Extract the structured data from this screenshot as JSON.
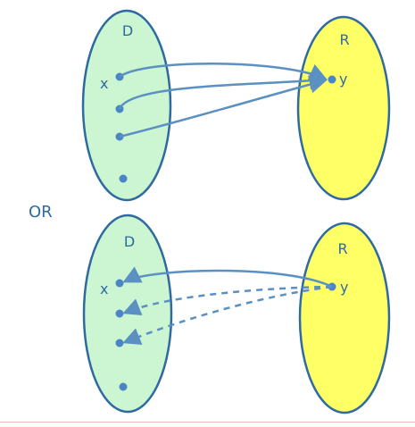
{
  "separator_label": "OR",
  "colors": {
    "domain_fill": "#ccf5d1",
    "range_fill": "#ffff66",
    "outline": "#2f6aa0",
    "arrow": "#5a90c2",
    "dot": "#4a86c5",
    "label": "#2f6aa0"
  },
  "top_diagram": {
    "domain_label": "D",
    "range_label": "R",
    "x_label": "x",
    "y_label": "y"
  },
  "bottom_diagram": {
    "domain_label": "D",
    "range_label": "R",
    "x_label": "x",
    "y_label": "y"
  }
}
